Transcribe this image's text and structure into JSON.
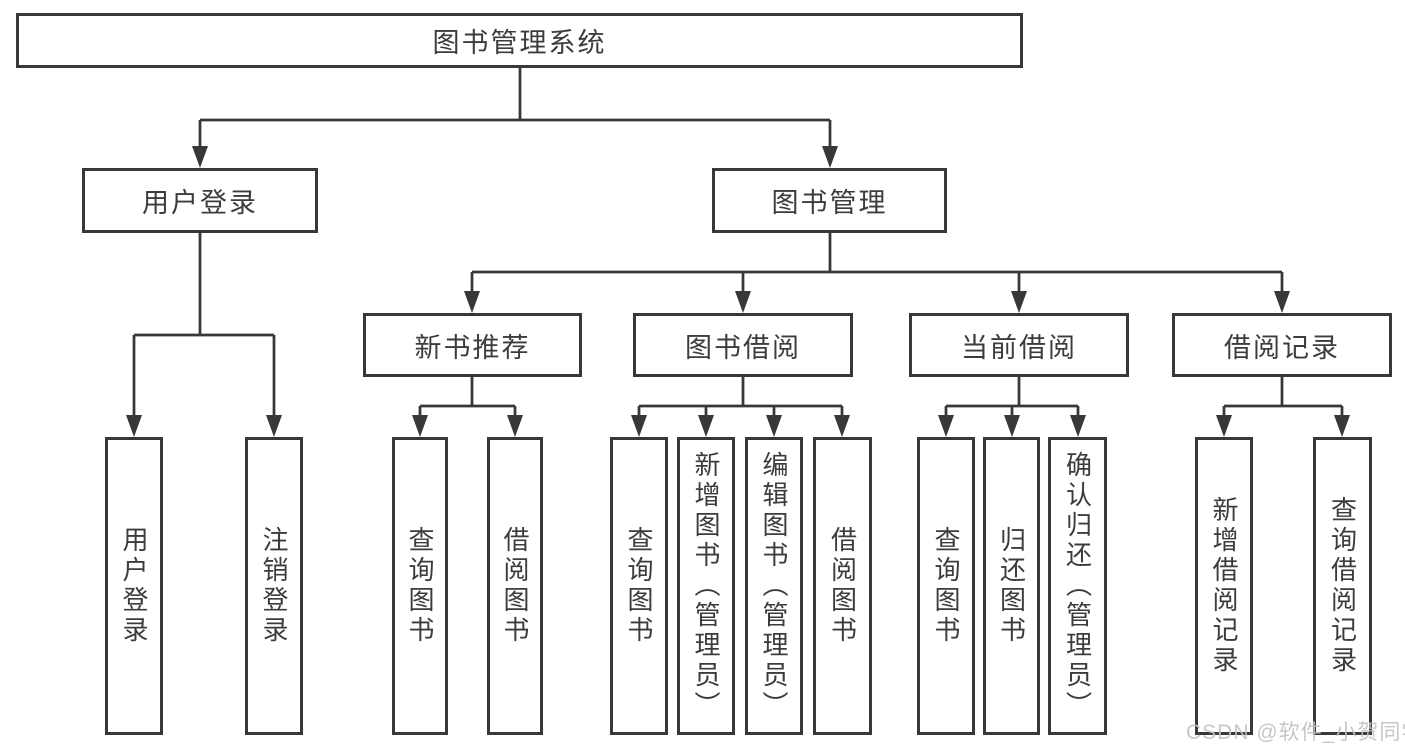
{
  "diagram": {
    "type": "hierarchy-tree",
    "root": {
      "label": "图书管理系统",
      "children": [
        {
          "label": "用户登录",
          "children": [
            {
              "label": "用户登录"
            },
            {
              "label": "注销登录"
            }
          ]
        },
        {
          "label": "图书管理",
          "children": [
            {
              "label": "新书推荐",
              "children": [
                {
                  "label": "查询图书"
                },
                {
                  "label": "借阅图书"
                }
              ]
            },
            {
              "label": "图书借阅",
              "children": [
                {
                  "label": "查询图书"
                },
                {
                  "label": "新增图书（管理员）"
                },
                {
                  "label": "编辑图书（管理员）"
                },
                {
                  "label": "借阅图书"
                }
              ]
            },
            {
              "label": "当前借阅",
              "children": [
                {
                  "label": "查询图书"
                },
                {
                  "label": "归还图书"
                },
                {
                  "label": "确认归还（管理员）"
                }
              ]
            },
            {
              "label": "借阅记录",
              "children": [
                {
                  "label": "新增借阅记录"
                },
                {
                  "label": "查询借阅记录"
                }
              ]
            }
          ]
        }
      ]
    }
  },
  "watermark": {
    "text": "CSDN @软件_小贺同学"
  },
  "colors": {
    "line": "#383838",
    "text": "#3c3c3c",
    "background": "#ffffff",
    "watermark": "#c3c3c3"
  }
}
